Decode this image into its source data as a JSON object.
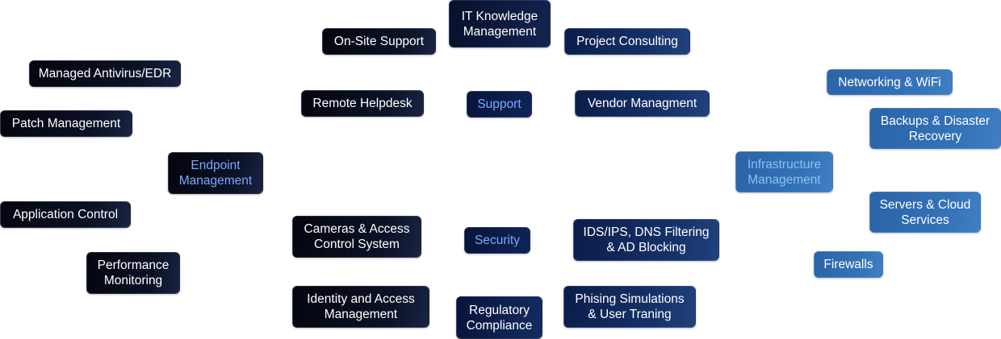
{
  "colors": {
    "endpoint_nodes": "#05070f",
    "support_security_nodes": "#142e63",
    "infrastructure_nodes": "#3271b6",
    "hub_text": "#7aa8ff",
    "hub_text_light": "#8dc0f5",
    "node_text": "#ffffff"
  },
  "endpoint": {
    "hub": "Endpoint Management",
    "items": [
      "Managed Antivirus/EDR",
      "Patch Management",
      "Application Control",
      "Performance Monitoring"
    ]
  },
  "support": {
    "hub": "Support",
    "items": [
      "IT Knowledge Management",
      "On-Site Support",
      "Project Consulting",
      "Remote Helpdesk",
      "Vendor Managment"
    ]
  },
  "security": {
    "hub": "Security",
    "items": [
      "Cameras & Access Control System",
      "IDS/IPS, DNS Filtering & AD Blocking",
      "Identity and Access Management",
      "Regulatory Compliance",
      "Phising Simulations & User Traning"
    ]
  },
  "infrastructure": {
    "hub": "Infrastructure Management",
    "items": [
      "Networking & WiFi",
      "Backups & Disaster Recovery",
      "Servers & Cloud Services",
      "Firewalls"
    ]
  }
}
